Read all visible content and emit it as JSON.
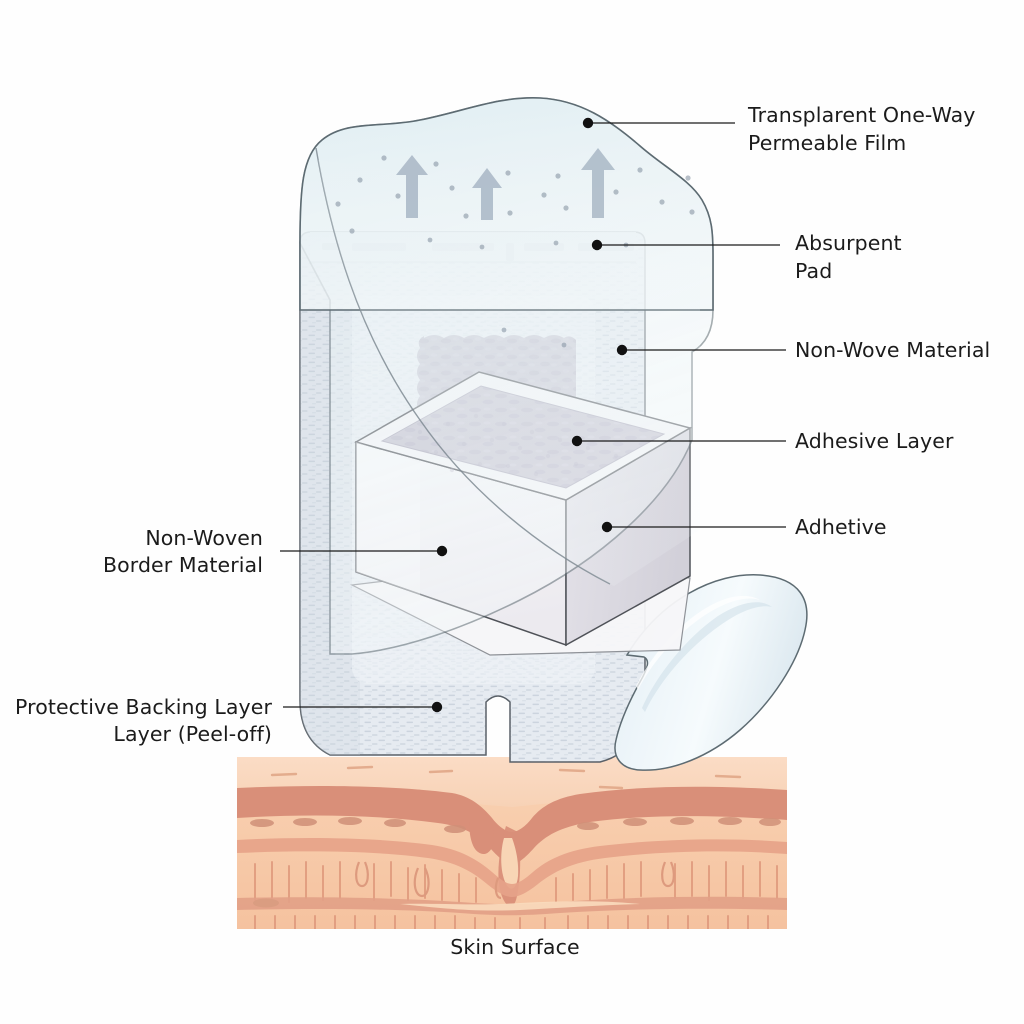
{
  "diagram": {
    "title": "Adhesive Wound Dressing Cross-Section",
    "background_color": "#fefefe",
    "labels": {
      "transparent_film_line1": "Transplarent One-Way",
      "transparent_film_line2": "Permeable Film",
      "absorbent_pad_line1": "Absurpent",
      "absorbent_pad_line2": "Pad",
      "non_wove_material": "Non-Wove Material",
      "adhesive_layer": "Adhesive Layer",
      "adhetive": "Adhetive",
      "non_woven_border_line1": "Non-Woven",
      "non_woven_border_line2": "Border Material",
      "protective_backing_line1": "Protective Backing Layer",
      "protective_backing_line2": "Layer (Peel-off)",
      "skin_surface": "Skin Surface"
    },
    "colors": {
      "film_fill": "#e4eef2",
      "film_stroke": "#5d6b72",
      "nonwoven_fill": "#e2e7ee",
      "nonwoven_stroke": "#5a6168",
      "pad_fill": "#b6b2c4",
      "pad_stroke": "#8f8b9e",
      "cube_top": "#cfccd9",
      "cube_front": "#f4f4f6",
      "cube_side": "#d9d7df",
      "cube_stroke": "#4f5258",
      "peel_tab_fill": "#e8f1f6",
      "peel_tab_stroke": "#5d6b72",
      "skin_light": "#f8d6bd",
      "skin_mid": "#f5c4a3",
      "skin_band": "#d98f79",
      "skin_deep": "#e8a88a",
      "label_text": "#1b1b1b",
      "leader_line": "#1b1b1b",
      "arrow_vapor": "#a9b7c6"
    },
    "elements": {
      "vapor_arrows_count": 3,
      "moisture_dots_count": 22,
      "skin_wound": "incision wound with epidermis invagination",
      "backing_notch": "vertical slit at bottom center of peel-off backing"
    }
  }
}
